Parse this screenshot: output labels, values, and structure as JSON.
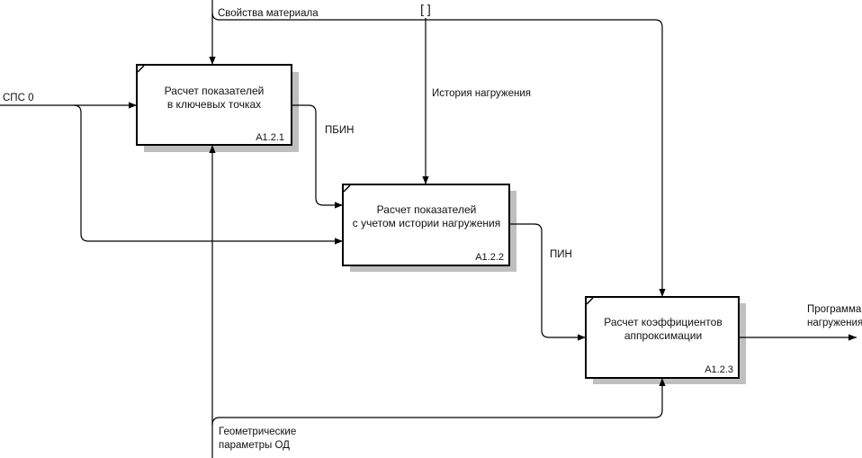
{
  "boxes": [
    {
      "id": "a121",
      "title_line1": "Расчет показателей",
      "title_line2": "в ключевых точках",
      "code": "A1.2.1"
    },
    {
      "id": "a122",
      "title_line1": "Расчет показателей",
      "title_line2": "с учетом истории нагружения",
      "code": "A1.2.2"
    },
    {
      "id": "a123",
      "title_line1": "Расчет коэффициентов",
      "title_line2": "аппроксимации",
      "code": "A1.2.3"
    }
  ],
  "labels": {
    "material_properties": "Свойства материала",
    "tunnel_bracket": "[ ]",
    "load_history": "История нагружения",
    "sps0": "СПС 0",
    "pbin": "ПБИН",
    "pin": "ПИН",
    "program_line1": "Программа",
    "program_line2": "нагружения",
    "geometry_line1": "Геометрические",
    "geometry_line2": "параметры ОД"
  },
  "colors": {
    "line": "#000000",
    "shadow": "#bfbfbf",
    "box_fill": "#ffffff"
  }
}
